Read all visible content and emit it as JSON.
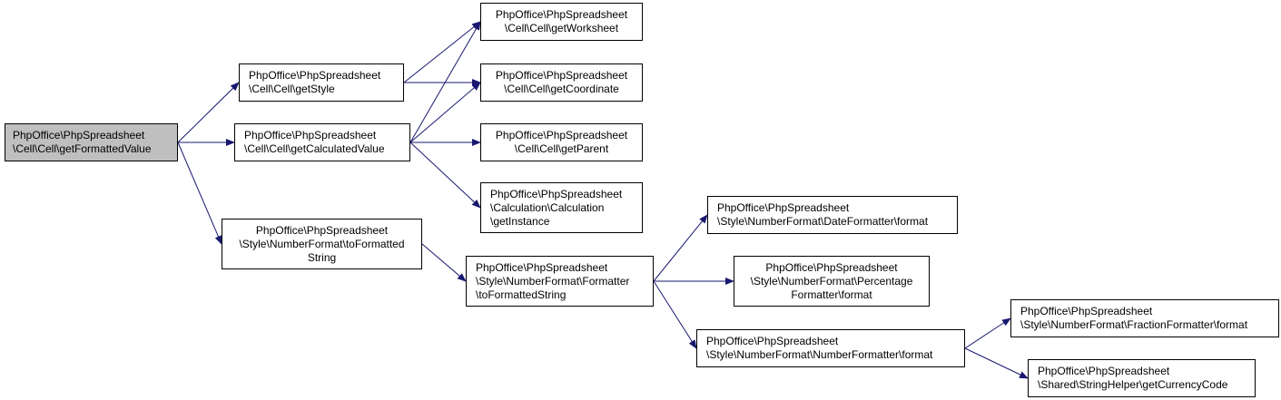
{
  "colors": {
    "edge": "#191970",
    "node_border": "#000000",
    "root_fill": "#bfbfbf",
    "node_fill": "#ffffff"
  },
  "nodes": {
    "getFormattedValue": [
      "PhpOffice\\PhpSpreadsheet",
      "\\Cell\\Cell\\getFormattedValue"
    ],
    "getStyle": [
      "PhpOffice\\PhpSpreadsheet",
      "\\Cell\\Cell\\getStyle"
    ],
    "getCalculatedValue": [
      "PhpOffice\\PhpSpreadsheet",
      "\\Cell\\Cell\\getCalculatedValue"
    ],
    "toFormattedString": [
      "PhpOffice\\PhpSpreadsheet",
      "\\Style\\NumberFormat\\toFormatted",
      "String"
    ],
    "getWorksheet": [
      "PhpOffice\\PhpSpreadsheet",
      "\\Cell\\Cell\\getWorksheet"
    ],
    "getCoordinate": [
      "PhpOffice\\PhpSpreadsheet",
      "\\Cell\\Cell\\getCoordinate"
    ],
    "getParent": [
      "PhpOffice\\PhpSpreadsheet",
      "\\Cell\\Cell\\getParent"
    ],
    "getInstance": [
      "PhpOffice\\PhpSpreadsheet",
      "\\Calculation\\Calculation",
      "\\getInstance"
    ],
    "formatterToFormattedString": [
      "PhpOffice\\PhpSpreadsheet",
      "\\Style\\NumberFormat\\Formatter",
      "\\toFormattedString"
    ],
    "dateFormatter": [
      "PhpOffice\\PhpSpreadsheet",
      "\\Style\\NumberFormat\\DateFormatter\\format"
    ],
    "percentageFormatter": [
      "PhpOffice\\PhpSpreadsheet",
      "\\Style\\NumberFormat\\Percentage",
      "Formatter\\format"
    ],
    "numberFormatter": [
      "PhpOffice\\PhpSpreadsheet",
      "\\Style\\NumberFormat\\NumberFormatter\\format"
    ],
    "fractionFormatter": [
      "PhpOffice\\PhpSpreadsheet",
      "\\Style\\NumberFormat\\FractionFormatter\\format"
    ],
    "getCurrencyCode": [
      "PhpOffice\\PhpSpreadsheet",
      "\\Shared\\StringHelper\\getCurrencyCode"
    ]
  },
  "edges": [
    [
      "getFormattedValue",
      "getStyle"
    ],
    [
      "getFormattedValue",
      "getCalculatedValue"
    ],
    [
      "getFormattedValue",
      "toFormattedString"
    ],
    [
      "getStyle",
      "getWorksheet"
    ],
    [
      "getStyle",
      "getCoordinate"
    ],
    [
      "getCalculatedValue",
      "getWorksheet"
    ],
    [
      "getCalculatedValue",
      "getCoordinate"
    ],
    [
      "getCalculatedValue",
      "getParent"
    ],
    [
      "getCalculatedValue",
      "getInstance"
    ],
    [
      "toFormattedString",
      "formatterToFormattedString"
    ],
    [
      "formatterToFormattedString",
      "dateFormatter"
    ],
    [
      "formatterToFormattedString",
      "percentageFormatter"
    ],
    [
      "formatterToFormattedString",
      "numberFormatter"
    ],
    [
      "numberFormatter",
      "fractionFormatter"
    ],
    [
      "numberFormatter",
      "getCurrencyCode"
    ]
  ]
}
